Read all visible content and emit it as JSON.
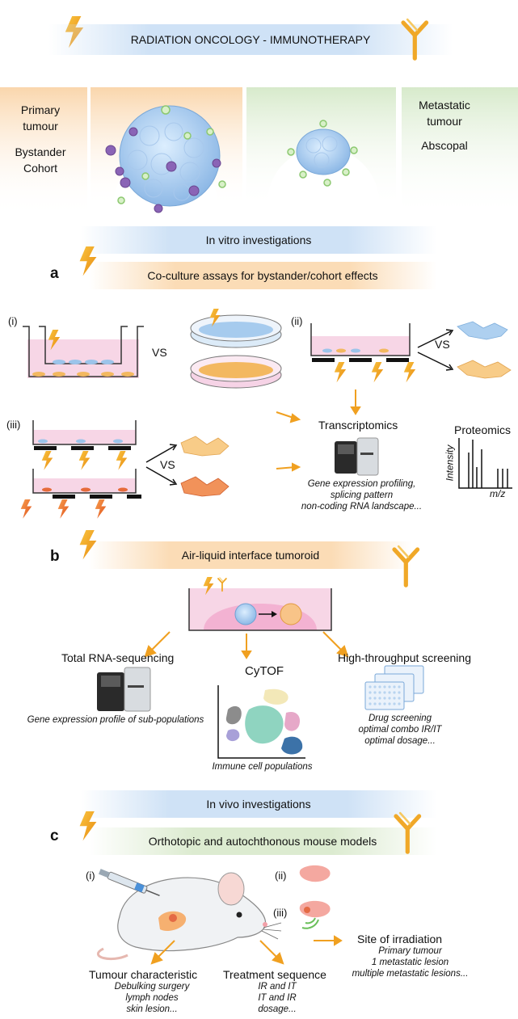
{
  "header": {
    "title": "RADIATION ONCOLOGY - IMMUNOTHERAPY"
  },
  "tumours": {
    "primary": {
      "line1": "Primary",
      "line2": "tumour",
      "line3": "Bystander",
      "line4": "Cohort"
    },
    "metastatic": {
      "line1": "Metastatic",
      "line2": "tumour",
      "line3": "Abscopal"
    }
  },
  "in_vitro": {
    "label": "In vitro investigations"
  },
  "panel_a": {
    "letter": "a",
    "title": "Co-culture assays for bystander/cohort effects",
    "i": "(i)",
    "ii": "(ii)",
    "iii": "(iii)",
    "vs": "VS",
    "transcriptomics": "Transcriptomics",
    "transcriptomics_notes": [
      "Gene expression profiling,",
      "splicing pattern",
      "non-coding RNA landscape..."
    ],
    "proteomics": "Proteomics",
    "intensity": "Intensity",
    "mz": "m/z"
  },
  "panel_b": {
    "letter": "b",
    "title": "Air-liquid interface tumoroid",
    "rna": "Total RNA-sequencing",
    "rna_note": "Gene expression profile of sub-populations",
    "cytof": "CyTOF",
    "cytof_note": "Immune cell populations",
    "hts": "High-throughput screening",
    "hts_notes": [
      "Drug screening",
      "optimal combo IR/IT",
      "optimal dosage..."
    ]
  },
  "in_vivo": {
    "label": "In vivo investigations"
  },
  "panel_c": {
    "letter": "c",
    "title": "Orthotopic and autochthonous mouse models",
    "i": "(i)",
    "ii": "(ii)",
    "iii": "(iii)",
    "site": "Site of irradiation",
    "site_notes": [
      "Primary tumour",
      "1 metastatic lesion",
      "multiple metastatic lesions..."
    ],
    "tumour_char": "Tumour characteristic",
    "tumour_notes": [
      "Debulking surgery",
      "lymph nodes",
      "skin lesion..."
    ],
    "treatment": "Treatment sequence",
    "treatment_notes": [
      "IR and IT",
      "IT and IR",
      "dosage..."
    ]
  },
  "colors": {
    "orange": "#f0a020",
    "blue": "#9cc4ea",
    "pink": "#f6cfe2",
    "green": "#cfe6c0"
  }
}
